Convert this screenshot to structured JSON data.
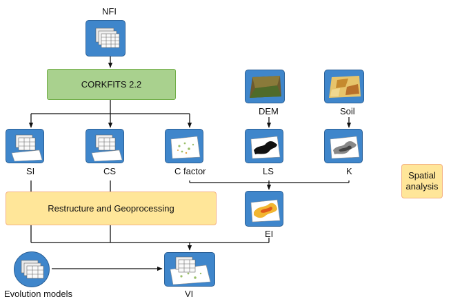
{
  "labels": {
    "nfi": "NFI",
    "dem": "DEM",
    "soil": "Soil",
    "si": "SI",
    "cs": "CS",
    "cfactor": "C factor",
    "ls": "LS",
    "k": "K",
    "ei": "EI",
    "vi": "VI",
    "evolution": "Evolution models"
  },
  "processes": {
    "corkfits": "CORKFITS 2.2",
    "restructure": "Restructure and Geoprocessing"
  },
  "legend": {
    "spatial_line1": "Spatial",
    "spatial_line2": "analysis"
  },
  "colors": {
    "node_blue": "#3f86cb",
    "process_green": "#a9d18e",
    "process_yellow": "#ffe699",
    "raster_dem": "#7a6a3c",
    "raster_soil": "#d9b85c",
    "map_black": "#111111",
    "map_erosivity": "#f2b630"
  },
  "icons": {
    "table": "table-stack-icon",
    "map": "map-sheet-icon",
    "raster": "raster-layer-icon"
  }
}
